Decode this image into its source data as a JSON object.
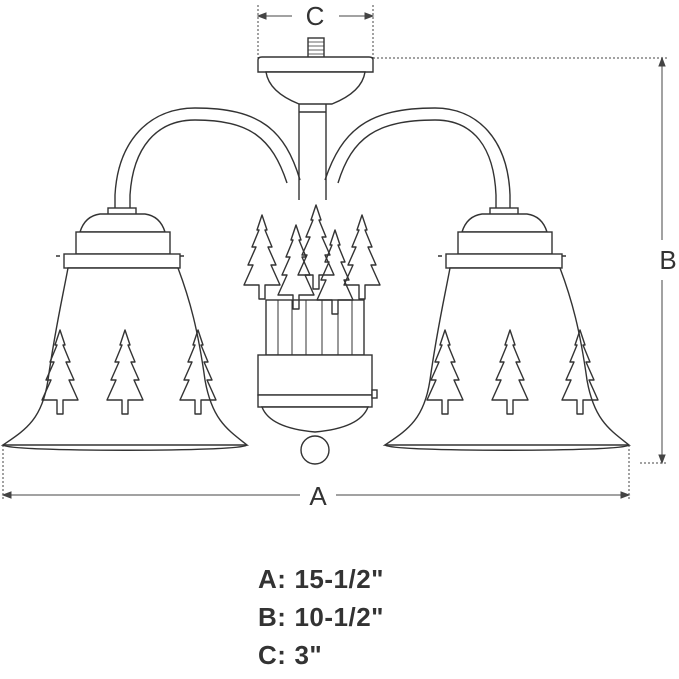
{
  "dimension_labels": {
    "a": "A",
    "b": "B",
    "c": "C"
  },
  "specs": [
    {
      "key": "A:",
      "value": "15-1/2\""
    },
    {
      "key": "B:",
      "value": "10-1/2\""
    },
    {
      "key": "C:",
      "value": "3\""
    }
  ],
  "colors": {
    "line": "#333333",
    "dimension": "#444444",
    "background": "#ffffff"
  }
}
